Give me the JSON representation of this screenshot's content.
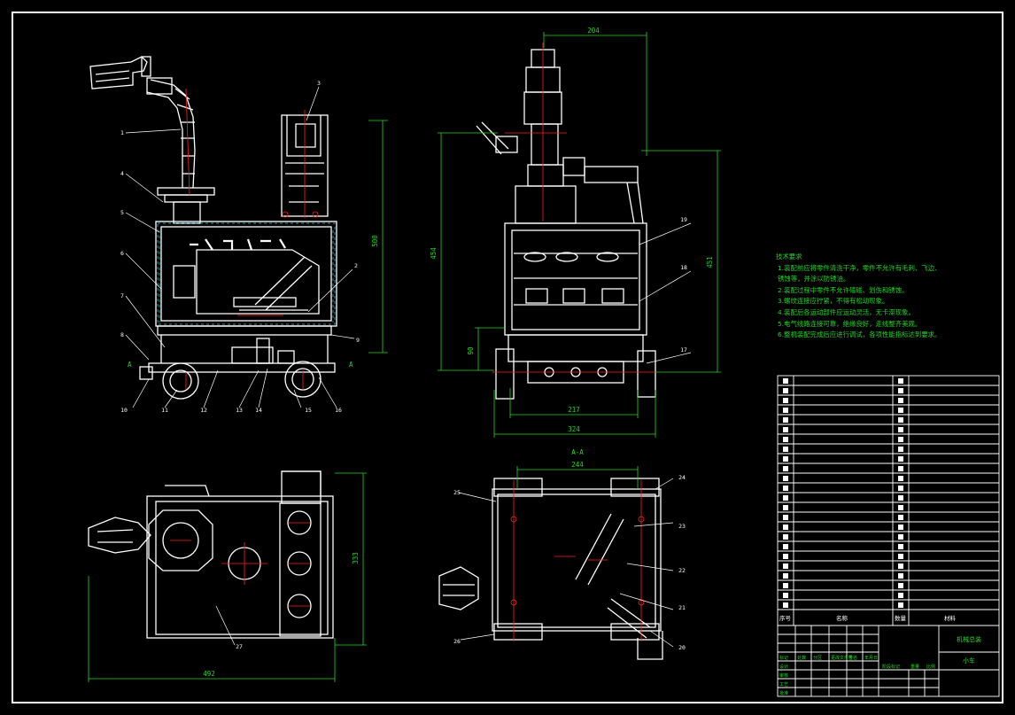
{
  "colors": {
    "background": "#000000",
    "outline": "#ffffff",
    "dimension": "#22d822",
    "centerline": "#ff2020",
    "hatch": "#30c8e0",
    "leader": "#ffffff"
  },
  "dimensions": {
    "front_height": "500",
    "front_width": "492",
    "side_top": "204",
    "side_height_left": "454",
    "side_height_right": "451",
    "side_low": "90",
    "side_wheel_track": "217",
    "side_overall": "324",
    "plan_height": "333",
    "section_top": "244"
  },
  "section_label": "A-A",
  "section_marks": [
    "A",
    "A"
  ],
  "part_numbers": [
    "1",
    "2",
    "3",
    "4",
    "5",
    "6",
    "7",
    "8",
    "9",
    "10",
    "11",
    "12",
    "13",
    "14",
    "15",
    "16",
    "17",
    "18",
    "19",
    "20",
    "21",
    "22",
    "23",
    "24",
    "25",
    "26",
    "27"
  ],
  "notes": {
    "title": "技术要求",
    "lines": [
      "1.装配前应将零件清洗干净，零件不允许有毛刺、飞边、",
      "  锈蚀等，并涂以防锈油。",
      "2.装配过程中零件不允许磕碰、划伤和锈蚀。",
      "3.螺纹连接应拧紧，不得有松动现象。",
      "4.装配后各运动部件应运动灵活，无卡滞现象。",
      "5.电气线路连接可靠，绝缘良好，走线整齐美观。",
      "6.整机装配完成后应进行调试，各项性能指标达到要求。"
    ]
  },
  "title_block": {
    "drawing_name": "机械总装",
    "drawing_subtitle": "小车",
    "header_index": "序号",
    "header_name": "名称",
    "header_qty": "数量",
    "header_material": "材料",
    "row_labels": [
      "标记",
      "处数",
      "分区",
      "更改文件号",
      "签名",
      "年月日"
    ],
    "design_labels": [
      "设计",
      "审核",
      "工艺",
      "批准"
    ],
    "stage_labels": [
      "阶段标记",
      "重量",
      "比例"
    ]
  }
}
